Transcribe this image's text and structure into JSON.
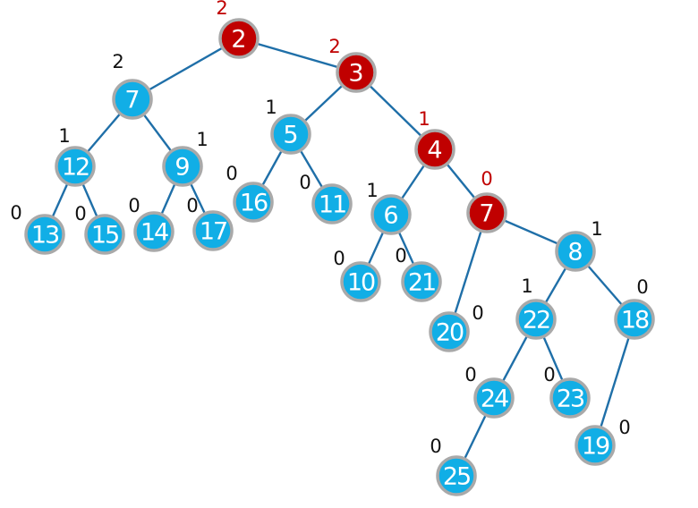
{
  "colors": {
    "normal_node": "#11aee6",
    "highlight_node": "#c00000",
    "edge": "#1f6fa8",
    "normal_rank": "#111111",
    "highlight_rank": "#c00000"
  },
  "nodes": [
    {
      "id": "a",
      "label": "2",
      "rank": "2",
      "highlight": true
    },
    {
      "id": "b",
      "label": "7",
      "rank": "2",
      "highlight": false
    },
    {
      "id": "c",
      "label": "3",
      "rank": "2",
      "highlight": true
    },
    {
      "id": "d",
      "label": "12",
      "rank": "1",
      "highlight": false
    },
    {
      "id": "e",
      "label": "9",
      "rank": "1",
      "highlight": false
    },
    {
      "id": "f",
      "label": "5",
      "rank": "1",
      "highlight": false
    },
    {
      "id": "g",
      "label": "4",
      "rank": "1",
      "highlight": true
    },
    {
      "id": "h",
      "label": "13",
      "rank": "0",
      "highlight": false
    },
    {
      "id": "i",
      "label": "15",
      "rank": "0",
      "highlight": false
    },
    {
      "id": "j",
      "label": "14",
      "rank": "0",
      "highlight": false
    },
    {
      "id": "k",
      "label": "17",
      "rank": "0",
      "highlight": false
    },
    {
      "id": "l",
      "label": "16",
      "rank": "0",
      "highlight": false
    },
    {
      "id": "m",
      "label": "11",
      "rank": "0",
      "highlight": false
    },
    {
      "id": "n",
      "label": "6",
      "rank": "1",
      "highlight": false
    },
    {
      "id": "o",
      "label": "7",
      "rank": "0",
      "highlight": true
    },
    {
      "id": "p",
      "label": "10",
      "rank": "0",
      "highlight": false
    },
    {
      "id": "q",
      "label": "21",
      "rank": "0",
      "highlight": false
    },
    {
      "id": "r",
      "label": "8",
      "rank": "1",
      "highlight": false
    },
    {
      "id": "s",
      "label": "20",
      "rank": "0",
      "highlight": false
    },
    {
      "id": "t",
      "label": "22",
      "rank": "1",
      "highlight": false
    },
    {
      "id": "u",
      "label": "18",
      "rank": "0",
      "highlight": false
    },
    {
      "id": "v",
      "label": "24",
      "rank": "0",
      "highlight": false
    },
    {
      "id": "w",
      "label": "23",
      "rank": "0",
      "highlight": false
    },
    {
      "id": "x",
      "label": "19",
      "rank": "0",
      "highlight": false
    },
    {
      "id": "y",
      "label": "25",
      "rank": "0",
      "highlight": false
    }
  ],
  "edges": [
    [
      "a",
      "b"
    ],
    [
      "a",
      "c"
    ],
    [
      "b",
      "d"
    ],
    [
      "b",
      "e"
    ],
    [
      "c",
      "f"
    ],
    [
      "c",
      "g"
    ],
    [
      "d",
      "h"
    ],
    [
      "d",
      "i"
    ],
    [
      "e",
      "j"
    ],
    [
      "e",
      "k"
    ],
    [
      "f",
      "l"
    ],
    [
      "f",
      "m"
    ],
    [
      "g",
      "n"
    ],
    [
      "g",
      "o"
    ],
    [
      "n",
      "p"
    ],
    [
      "n",
      "q"
    ],
    [
      "o",
      "s"
    ],
    [
      "o",
      "r"
    ],
    [
      "r",
      "t"
    ],
    [
      "r",
      "u"
    ],
    [
      "t",
      "v"
    ],
    [
      "t",
      "w"
    ],
    [
      "u",
      "x"
    ],
    [
      "v",
      "y"
    ]
  ]
}
